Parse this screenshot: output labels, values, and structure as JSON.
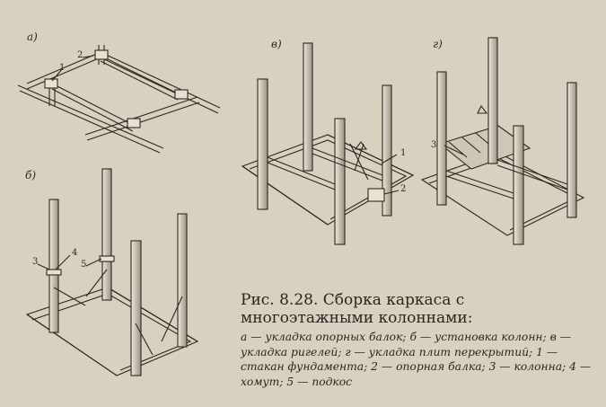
{
  "figure": {
    "panel_labels": {
      "a": "а)",
      "b": "б)",
      "v": "в)",
      "g": "г)"
    },
    "callouts_a": {
      "n1": "1",
      "n2": "2"
    },
    "callouts_b": {
      "n3": "3",
      "n4": "4",
      "n5": "5"
    },
    "callouts_v": {
      "n1": "1",
      "n2": "2"
    },
    "callouts_g": {
      "n3": "3"
    }
  },
  "caption": {
    "title": "Рис.  8.28.  Сборка каркаса с многоэтажными колоннами:",
    "text": "а — укладка опорных балок; б — установка колонн; в — укладка ригелей; г — укладка плит перекрытий; 1 — стакан фундамента; 2 — опорная балка; 3 — колонна; 4 — хомут; 5 — подкос"
  }
}
